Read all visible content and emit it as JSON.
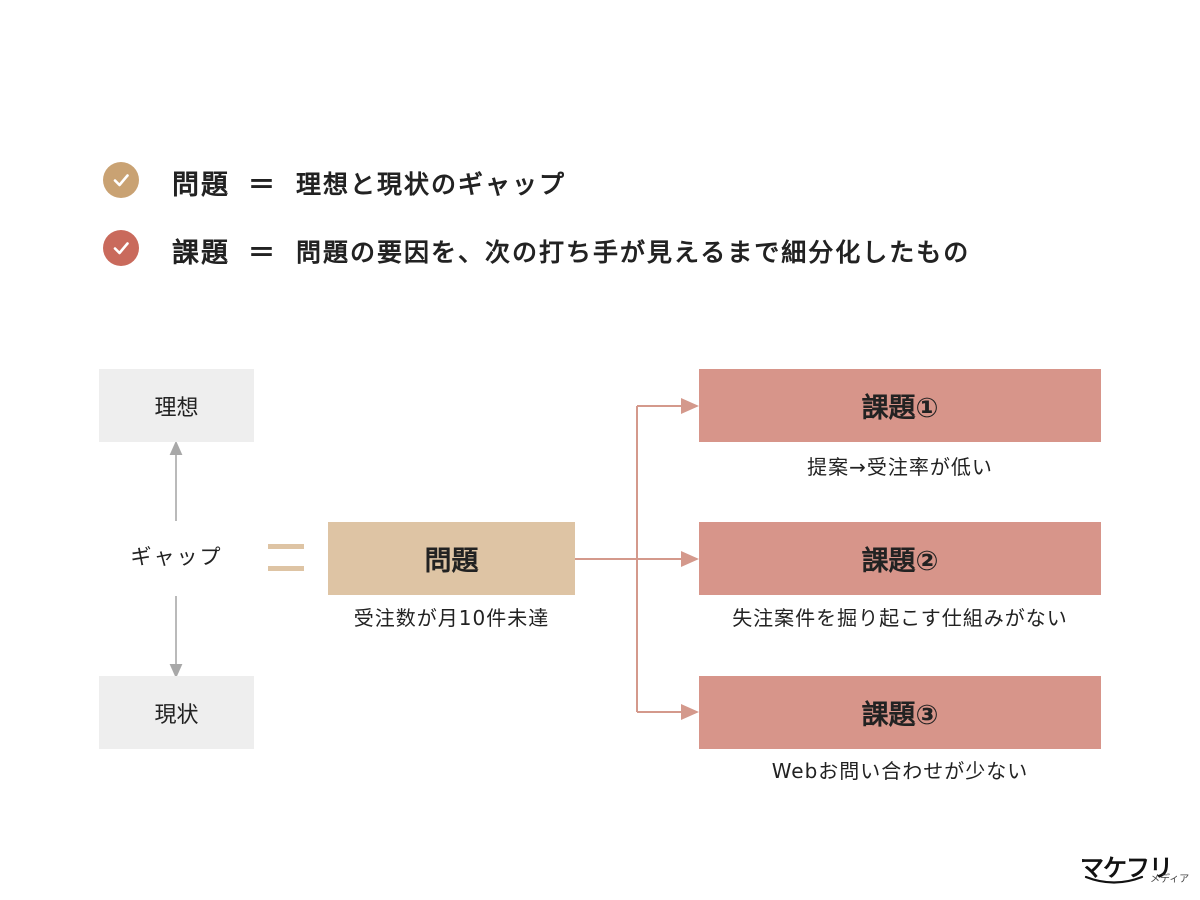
{
  "definitions": [
    {
      "term": "問題",
      "equals": "＝",
      "text": "理想と現状のギャップ",
      "icon": "check-icon",
      "color": "#c9a273"
    },
    {
      "term": "課題",
      "equals": "＝",
      "text": "問題の要因を、次の打ち手が見えるまで細分化したもの",
      "icon": "check-icon",
      "color": "#c96a5c"
    }
  ],
  "diagram": {
    "ideal": "理想",
    "gap": "ギャップ",
    "current": "現状",
    "equals": "＝",
    "problem": {
      "label": "問題",
      "caption": "受注数が月10件未達"
    },
    "issues": [
      {
        "label": "課題①",
        "caption": "提案→受注率が低い"
      },
      {
        "label": "課題②",
        "caption": "失注案件を掘り起こす仕組みがない"
      },
      {
        "label": "課題③",
        "caption": "Webお問い合わせが少ない"
      }
    ]
  },
  "logo": {
    "main": "マケフリ",
    "sub": "メディア"
  },
  "colors": {
    "problem_fill": "#dec4a4",
    "issue_fill": "#d7958a",
    "connector": "#d4998c",
    "gray_box": "#eeeeee"
  }
}
